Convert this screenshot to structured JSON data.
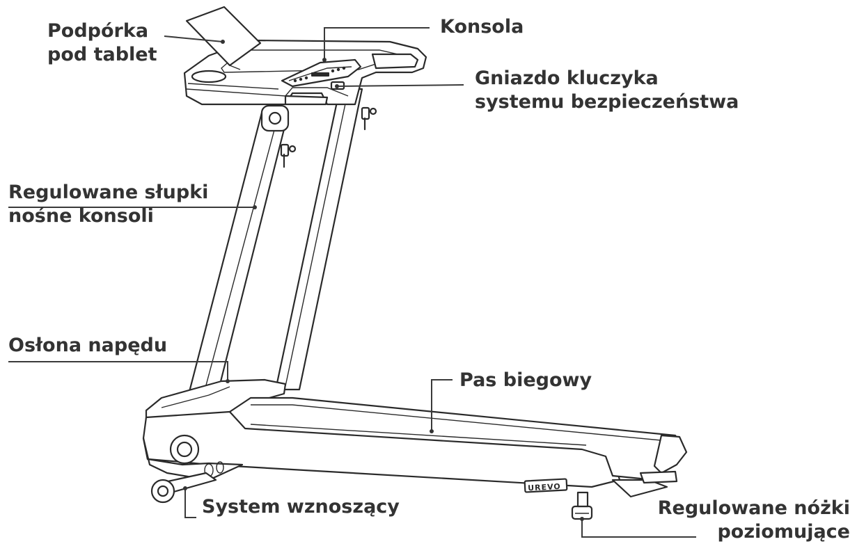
{
  "labels": {
    "tablet_stand": [
      "Podpórka",
      "pod tablet"
    ],
    "console": "Konsola",
    "safety_key_slot": [
      "Gniazdo kluczyka",
      "systemu bezpieczeństwa"
    ],
    "console_posts": [
      "Regulowane słupki",
      "nośne konsoli"
    ],
    "motor_cover": "Osłona napędu",
    "running_belt": "Pas biegowy",
    "lifting_system": "System wznoszący",
    "leveling_feet": [
      "Regulowane nóżki",
      "poziomujące"
    ]
  },
  "brand_mark": "UREVO",
  "colors": {
    "ink": "#2a2a2a",
    "label_text": "#333333",
    "background": "#ffffff"
  }
}
